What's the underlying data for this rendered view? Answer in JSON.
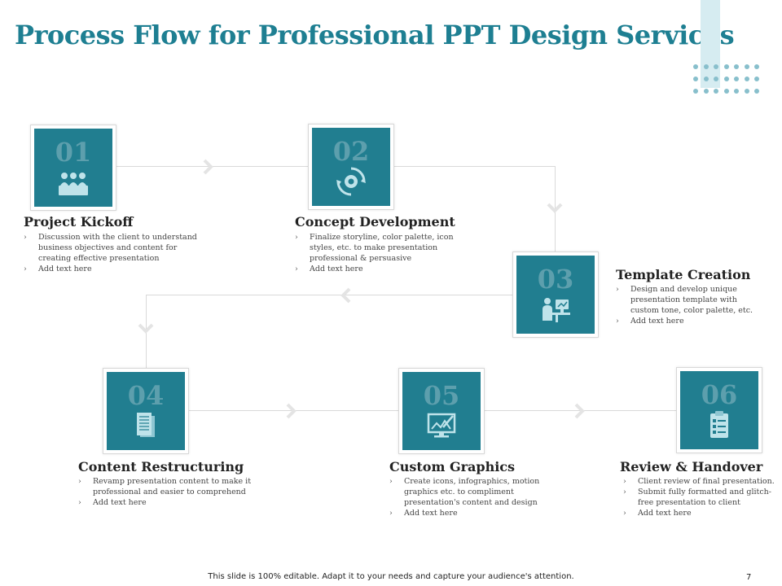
{
  "slide": {
    "title": "Process Flow for Professional PPT Design Services",
    "footer": "This slide is 100% editable. Adapt it to your needs and capture your audience's attention.",
    "page_number": "7"
  },
  "colors": {
    "accent": "#217e90",
    "title": "#1e7f92",
    "number": "#5d9fad",
    "connector": "#d9d9d9"
  },
  "steps": [
    {
      "number": "01",
      "title": "Project Kickoff",
      "icon": "meeting-icon",
      "bullets": [
        "Discussion with the client to understand business objectives and content for creating effective presentation",
        "Add text here"
      ]
    },
    {
      "number": "02",
      "title": "Concept Development",
      "icon": "gear-refresh-icon",
      "bullets": [
        "Finalize storyline, color palette, icon styles, etc. to make presentation professional & persuasive",
        "Add text here"
      ]
    },
    {
      "number": "03",
      "title": "Template Creation",
      "icon": "designer-desk-icon",
      "bullets": [
        "Design and develop unique presentation template with custom tone, color palette, etc.",
        "Add text here"
      ]
    },
    {
      "number": "04",
      "title": "Content Restructuring",
      "icon": "documents-icon",
      "bullets": [
        "Revamp presentation content to make it professional and easier to comprehend",
        "Add text here"
      ]
    },
    {
      "number": "05",
      "title": "Custom Graphics",
      "icon": "graphics-monitor-icon",
      "bullets": [
        "Create icons, infographics, motion graphics etc. to compliment presentation's content and design",
        "Add text here"
      ]
    },
    {
      "number": "06",
      "title": "Review & Handover",
      "icon": "checklist-clipboard-icon",
      "bullets": [
        "Client review of final presentation.",
        "Submit fully formatted and glitch-free presentation to client",
        "Add text here"
      ]
    }
  ]
}
